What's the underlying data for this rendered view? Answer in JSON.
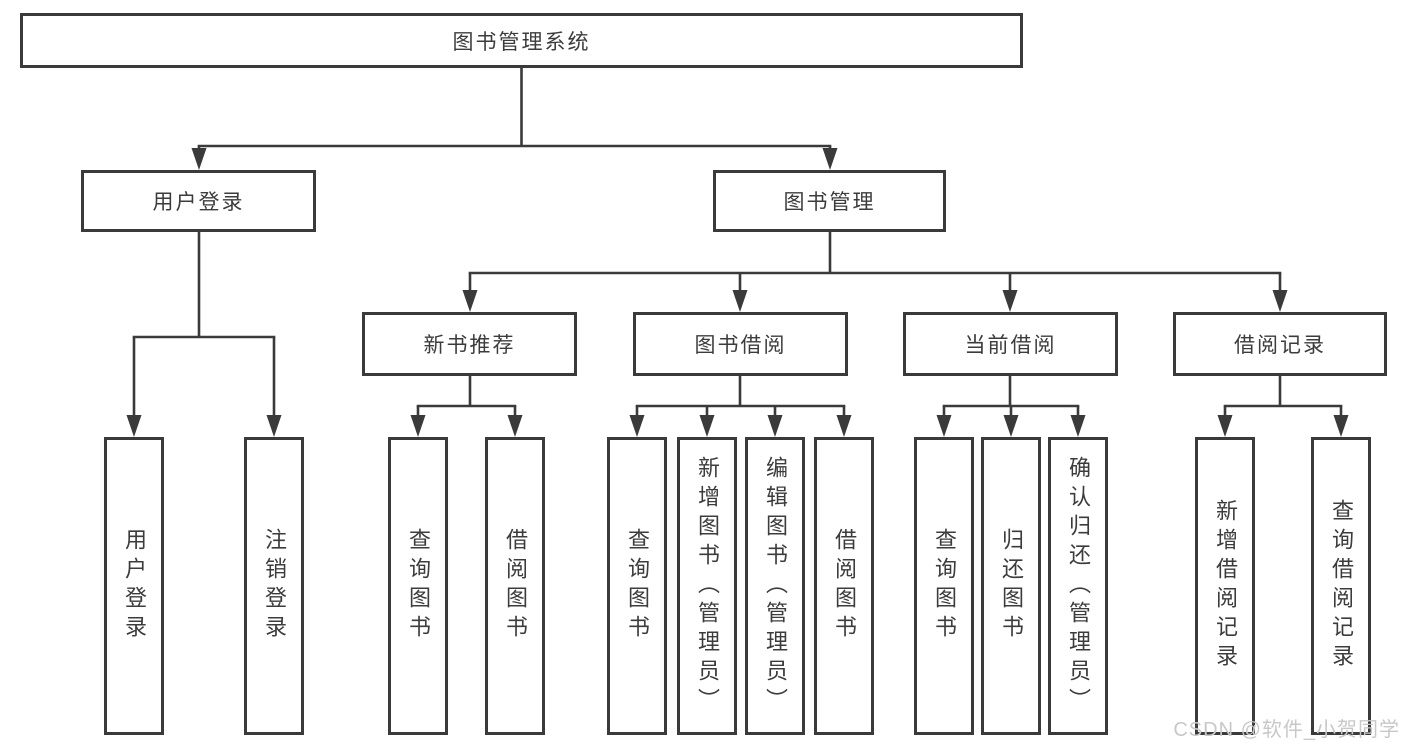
{
  "colors": {
    "line": "#3a3a3a",
    "box_border": "#3a3a3a",
    "box_fill": "#ffffff",
    "text": "#3c3c3c",
    "watermark": "#c8c8c8",
    "background": "#ffffff"
  },
  "watermark": {
    "text": "CSDN @软件_小贺同学"
  },
  "tree": {
    "root": {
      "label": "图书管理系统"
    },
    "branches": [
      {
        "label": "用户登录",
        "children": [
          {
            "label": "用户登录"
          },
          {
            "label": "注销登录"
          }
        ]
      },
      {
        "label": "图书管理",
        "children": [
          {
            "label": "新书推荐",
            "children": [
              {
                "label": "查询图书"
              },
              {
                "label": "借阅图书"
              }
            ]
          },
          {
            "label": "图书借阅",
            "children": [
              {
                "label": "查询图书"
              },
              {
                "label": "新增图书（管理员）"
              },
              {
                "label": "编辑图书（管理员）"
              },
              {
                "label": "借阅图书"
              }
            ]
          },
          {
            "label": "当前借阅",
            "children": [
              {
                "label": "查询图书"
              },
              {
                "label": "归还图书"
              },
              {
                "label": "确认归还（管理员）"
              }
            ]
          },
          {
            "label": "借阅记录",
            "children": [
              {
                "label": "新增借阅记录"
              },
              {
                "label": "查询借阅记录"
              }
            ]
          }
        ]
      }
    ]
  }
}
